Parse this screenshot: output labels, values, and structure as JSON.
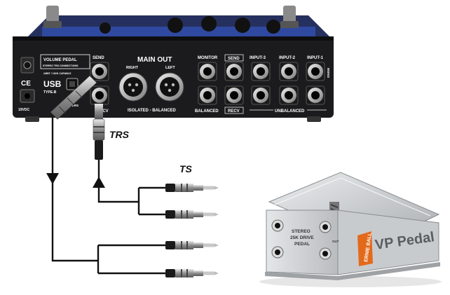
{
  "colors": {
    "device_body": "#1b1b1e",
    "device_top": "#2c3b7a",
    "panel_text": "#ffffff",
    "jack_metal": "#c9c9c9",
    "jack_hole": "#050505",
    "cable": "#111111",
    "plug_metal": "#a8a8a8",
    "pedal_body": "#d7d9db",
    "pedal_top": "#bfc2c5",
    "ernie_ball_orange": "#e36a1b"
  },
  "mixer": {
    "labels": {
      "volume_pedal": "VOLUME PEDAL",
      "volume_pedal_sub": "STEREO TRS CONNECTIONS",
      "send": "SEND",
      "recv": "RECV",
      "ce": "CE",
      "usb": "USB",
      "usb_type": "TYPE-B",
      "usb_note": "24BIT / 192K CAPABLE",
      "usb_drivers": "DRIVERS",
      "dc": "19VDC",
      "main_out": "MAIN OUT",
      "right": "RIGHT",
      "left": "LEFT",
      "isolated_balanced": "ISOLATED - BALANCED",
      "monitor": "MONITOR",
      "fx_send": "SEND",
      "input_3": "INPUT-3",
      "input_2": "INPUT-2",
      "input_1": "INPUT-1",
      "balanced": "BALANCED",
      "fx_recv": "RECV",
      "unbalanced": "UNBALANCED",
      "mono": "MONO"
    }
  },
  "diagram": {
    "trs_label": "TRS",
    "ts_label": "TS"
  },
  "pedal": {
    "labels": {
      "stereo_line1": "STEREO",
      "stereo_line2": "25K DRIVE",
      "stereo_line3": "PEDAL",
      "brand": "ERNIE BALL",
      "product": "VP Pedal",
      "out": "OUT"
    }
  }
}
